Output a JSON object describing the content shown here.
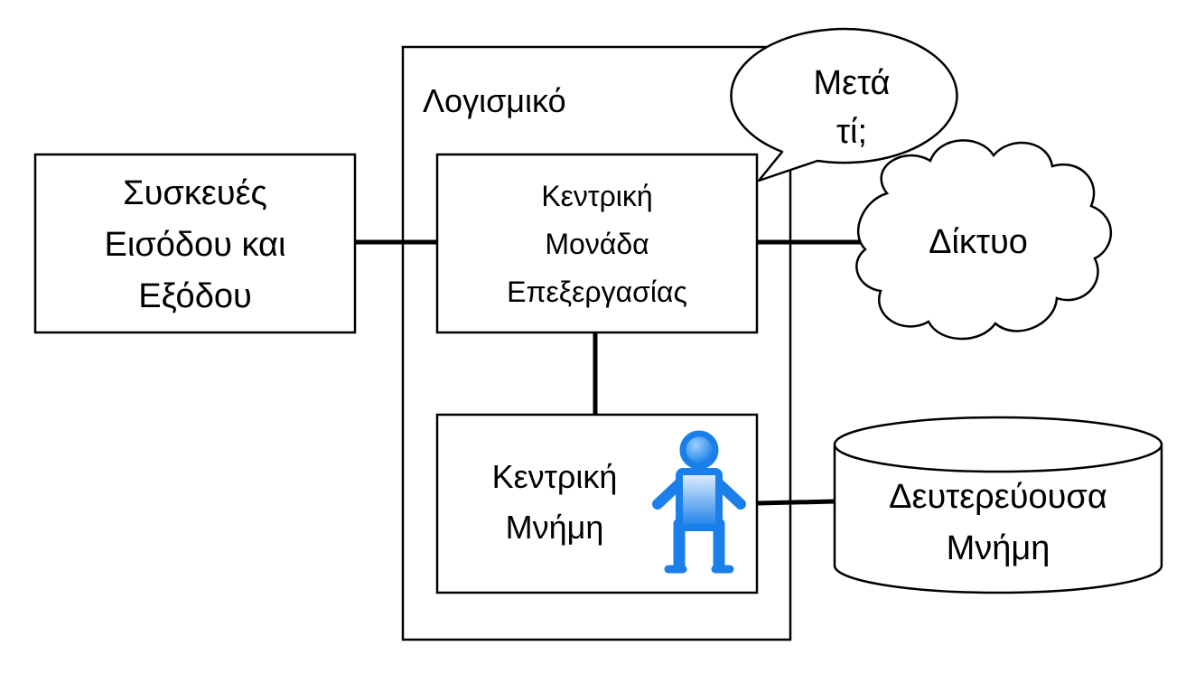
{
  "software_box": {
    "label": "Λογισμικό"
  },
  "io_devices": {
    "lines": [
      "Συσκευές",
      "Εισόδου και",
      "Εξόδου"
    ]
  },
  "cpu": {
    "lines": [
      "Κεντρική",
      "Μονάδα",
      "Επεξεργασίας"
    ]
  },
  "main_memory": {
    "lines": [
      "Κεντρική",
      "Μνήμη"
    ]
  },
  "network": {
    "label": "Δίκτυο"
  },
  "secondary_storage": {
    "lines": [
      "Δευτερεύουσα",
      "Μνήμη"
    ]
  },
  "speech_bubble": {
    "lines": [
      "Μετά",
      "τί;"
    ]
  },
  "figure": {
    "icon": "person-icon",
    "color": "#1a7fe8"
  }
}
